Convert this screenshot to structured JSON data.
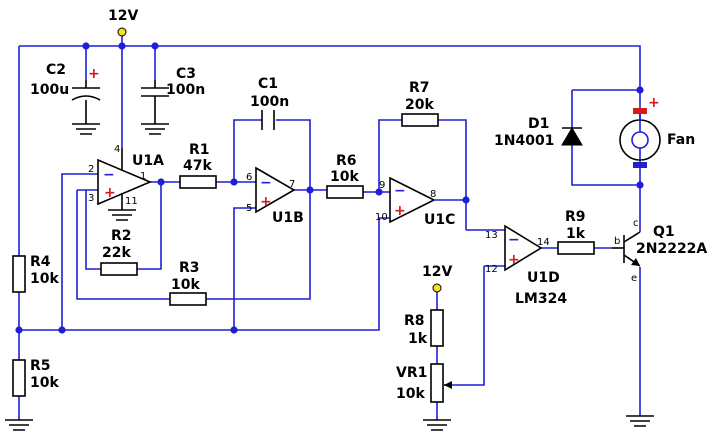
{
  "colors": {
    "wire": "#1f1fd6",
    "component": "#000000",
    "polarity": "#d81818",
    "supply_dot": "#f2e21a"
  },
  "supply": {
    "top": "12V",
    "vr": "12V"
  },
  "capacitors": {
    "c2": {
      "ref": "C2",
      "value": "100u"
    },
    "c3": {
      "ref": "C3",
      "value": "100n"
    },
    "c1": {
      "ref": "C1",
      "value": "100n"
    }
  },
  "resistors": {
    "r1": {
      "ref": "R1",
      "value": "47k"
    },
    "r2": {
      "ref": "R2",
      "value": "22k"
    },
    "r3": {
      "ref": "R3",
      "value": "10k"
    },
    "r4": {
      "ref": "R4",
      "value": "10k"
    },
    "r5": {
      "ref": "R5",
      "value": "10k"
    },
    "r6": {
      "ref": "R6",
      "value": "10k"
    },
    "r7": {
      "ref": "R7",
      "value": "20k"
    },
    "r8": {
      "ref": "R8",
      "value": "1k"
    },
    "r9": {
      "ref": "R9",
      "value": "1k"
    },
    "vr1": {
      "ref": "VR1",
      "value": "10k"
    }
  },
  "opamps": {
    "u1a": {
      "ref": "U1A",
      "pins": [
        "2",
        "3",
        "1",
        "4",
        "11"
      ]
    },
    "u1b": {
      "ref": "U1B",
      "pins": [
        "6",
        "5",
        "7"
      ]
    },
    "u1c": {
      "ref": "U1C",
      "pins": [
        "9",
        "10",
        "8"
      ]
    },
    "u1d": {
      "ref": "U1D",
      "pins": [
        "13",
        "12",
        "14"
      ],
      "part": "LM324"
    }
  },
  "diode": {
    "ref": "D1",
    "value": "1N4001"
  },
  "fan": {
    "label": "Fan"
  },
  "transistor": {
    "ref": "Q1",
    "value": "2N2222A",
    "pins": [
      "c",
      "b",
      "e"
    ]
  },
  "symbols": {
    "minus": "−",
    "plus": "+"
  }
}
